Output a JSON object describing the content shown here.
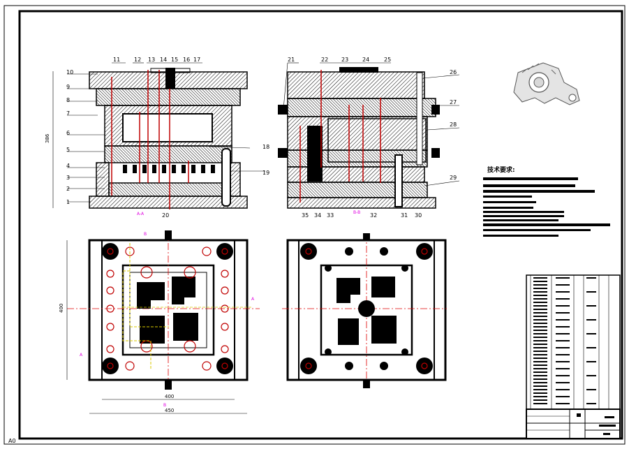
{
  "drawing": {
    "sheet_code": "A0",
    "requirements_title": "技术要求:",
    "section_labels": [
      "A-A",
      "B-B"
    ],
    "view_marks": [
      "A",
      "A",
      "B",
      "B"
    ]
  },
  "left_callouts": [
    "1",
    "2",
    "3",
    "4",
    "5",
    "6",
    "7",
    "8",
    "9",
    "10"
  ],
  "top_callouts_left": [
    "11",
    "12",
    "13",
    "14",
    "15",
    "16",
    "17"
  ],
  "right_callouts_left": [
    "18",
    "19"
  ],
  "bottom_callouts_left": [
    "20"
  ],
  "top_callouts_right": [
    "21",
    "22",
    "23",
    "24",
    "25"
  ],
  "right_callouts_right": [
    "26",
    "27",
    "28",
    "29"
  ],
  "bottom_callouts_right": [
    "30",
    "31",
    "32",
    "33",
    "34",
    "35"
  ],
  "dimensions": {
    "height_front": "386",
    "height_plan": "400",
    "width_inner": "400",
    "width_outer": "450"
  },
  "colors": {
    "outline": "#000000",
    "centerline": "#e00000",
    "annotation": "#e000e0",
    "gate": "#f0f000"
  }
}
